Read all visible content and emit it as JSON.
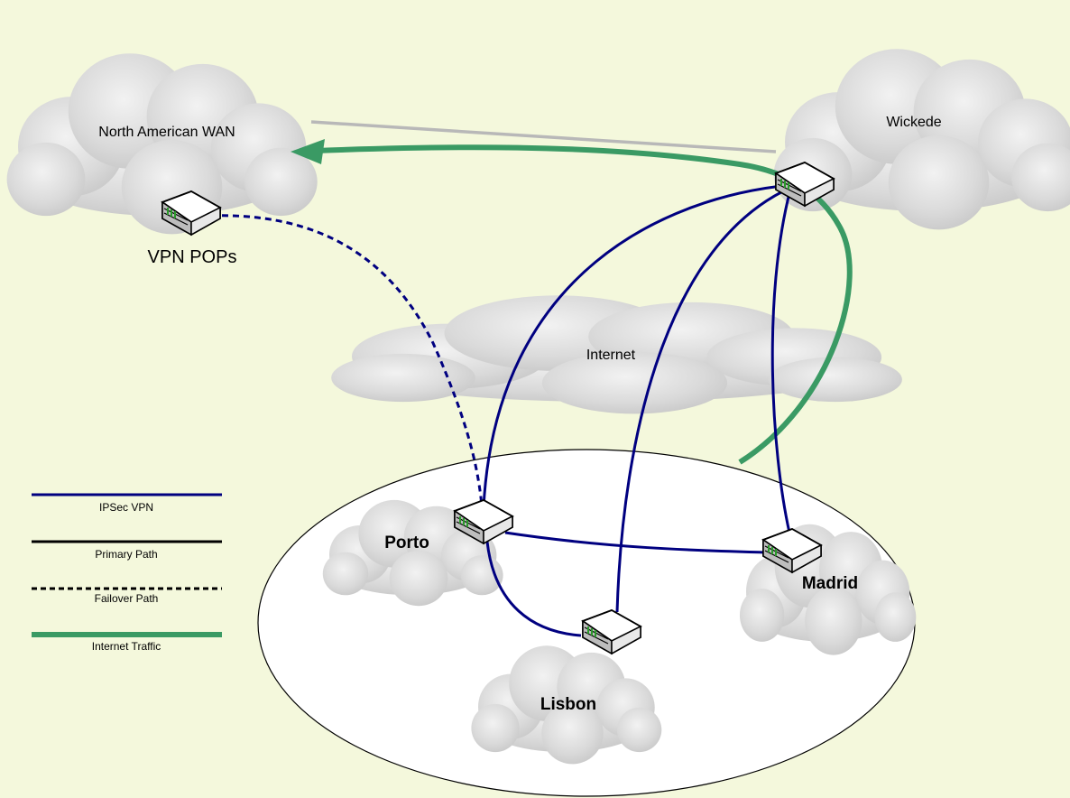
{
  "clouds": {
    "north_american_wan": "North American WAN",
    "wickede": "Wickede",
    "internet": "Internet"
  },
  "sites": {
    "vpn_pops": "VPN POPs",
    "porto": "Porto",
    "madrid": "Madrid",
    "lisbon": "Lisbon"
  },
  "legend": {
    "ipsec_vpn": "IPSec VPN",
    "primary_path": "Primary Path",
    "failover_path": "Failover Path",
    "internet_traffic": "Internet Traffic"
  },
  "colors": {
    "background": "#f4f8dc",
    "ipsec_vpn": "#000080",
    "internet_traffic": "#3a9a64",
    "wan_link": "#b8b8b8",
    "cloud_fill": "#dcdcdc",
    "router_status": "#2a9a2a"
  },
  "icons": {
    "router": "router-icon",
    "cloud": "cloud-icon"
  }
}
